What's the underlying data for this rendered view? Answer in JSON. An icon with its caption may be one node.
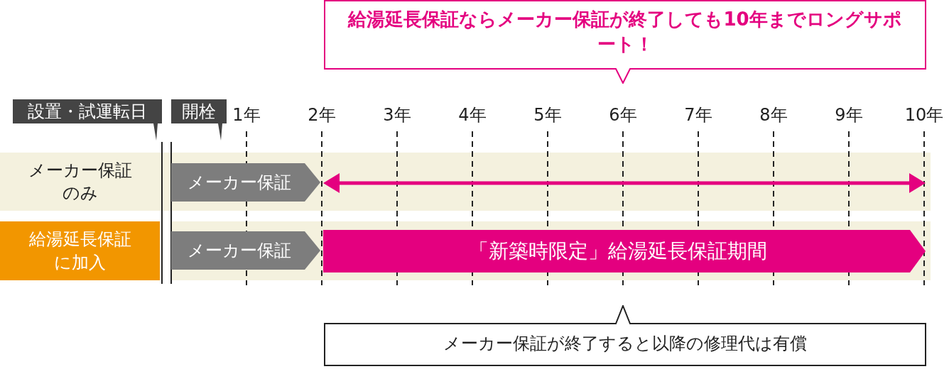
{
  "diagram": {
    "nodes": [
      {
        "text": [
          "給湯延長保証ならメーカー保証が終了しても10年までロングサポート！"
        ]
      },
      {
        "text": [
          "設置・試運転日"
        ]
      },
      {
        "text": [
          "開栓"
        ]
      },
      {
        "text": [
          "メーカー保証のみ"
        ]
      },
      {
        "text": [
          "給湯延長保証に加入"
        ]
      },
      {
        "text": [
          "メーカー保証"
        ]
      },
      {
        "text": [
          "メーカー保証"
        ]
      },
      {
        "text": [
          "「新築時限定」給湯延長保証期間"
        ]
      },
      {
        "text": [
          "メーカー保証が終了すると以降の修理代は有償"
        ]
      }
    ],
    "labels": [
      "1年",
      "2年",
      "3年",
      "4年",
      "5年",
      "6年",
      "7年",
      "8年",
      "9年",
      "10年"
    ]
  }
}
